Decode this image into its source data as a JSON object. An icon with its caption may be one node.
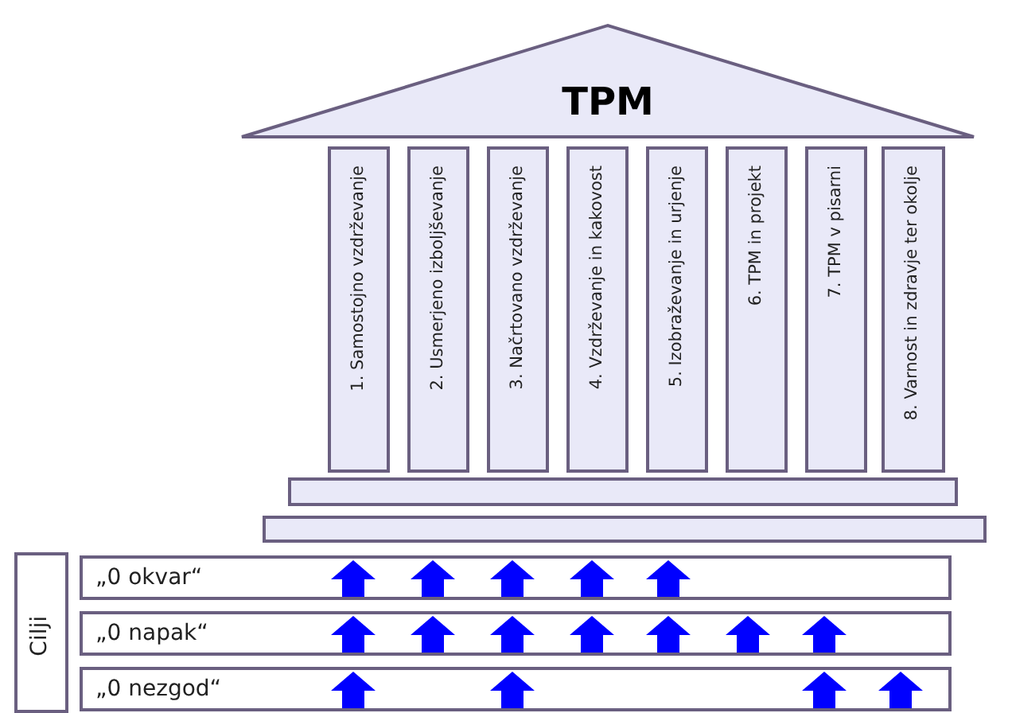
{
  "diagram": {
    "nodes": [
      {
        "text": [
          "TPM"
        ]
      },
      {
        "text": [
          "1. Samostojno vzdrževanje"
        ]
      },
      {
        "text": [
          "2. Usmerjeno izboljševanje"
        ]
      },
      {
        "text": [
          "3. Načrtovano vzdrževanje"
        ]
      },
      {
        "text": [
          "4. Vzdrževanje in kakovost"
        ]
      },
      {
        "text": [
          "5. Izobraževanje in urjenje"
        ]
      },
      {
        "text": [
          "6. TPM in projekt"
        ]
      },
      {
        "text": [
          "7. TPM v pisarni"
        ]
      },
      {
        "text": [
          "8. Varnost in zdravje ter okolje"
        ]
      },
      {
        "text": [],
        "shape": "bar"
      },
      {
        "text": [],
        "shape": "bar"
      },
      {
        "text": [
          "Cilji"
        ]
      },
      {
        "text": [
          "„0 okvar“"
        ]
      },
      {
        "text": [
          "„0 napak“"
        ]
      },
      {
        "text": [
          "„0 nezgod“"
        ]
      }
    ],
    "edges": []
  }
}
